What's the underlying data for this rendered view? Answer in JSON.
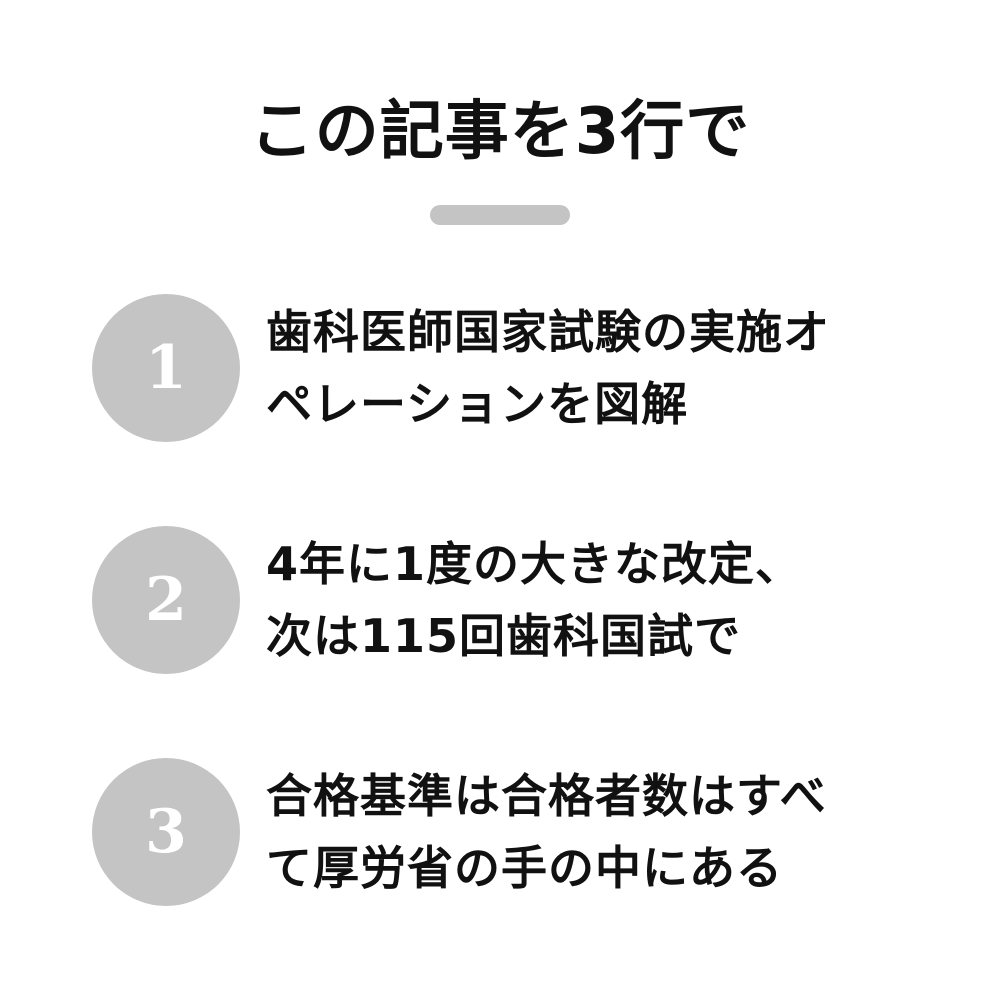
{
  "title": "この記事を3行で",
  "points": [
    {
      "number": "1",
      "lines": [
        "歯科医師国家試験の実施オ",
        "ペレーションを図解"
      ]
    },
    {
      "number": "2",
      "lines": [
        "4年に1度の大きな改定、",
        "次は115回歯科国試で"
      ]
    },
    {
      "number": "3",
      "lines": [
        "合格基準は合格者数はすべ",
        "て厚労省の手の中にある"
      ]
    }
  ],
  "colors": {
    "accent_gray": "#c4c4c4",
    "text": "#111111",
    "background": "#ffffff"
  }
}
